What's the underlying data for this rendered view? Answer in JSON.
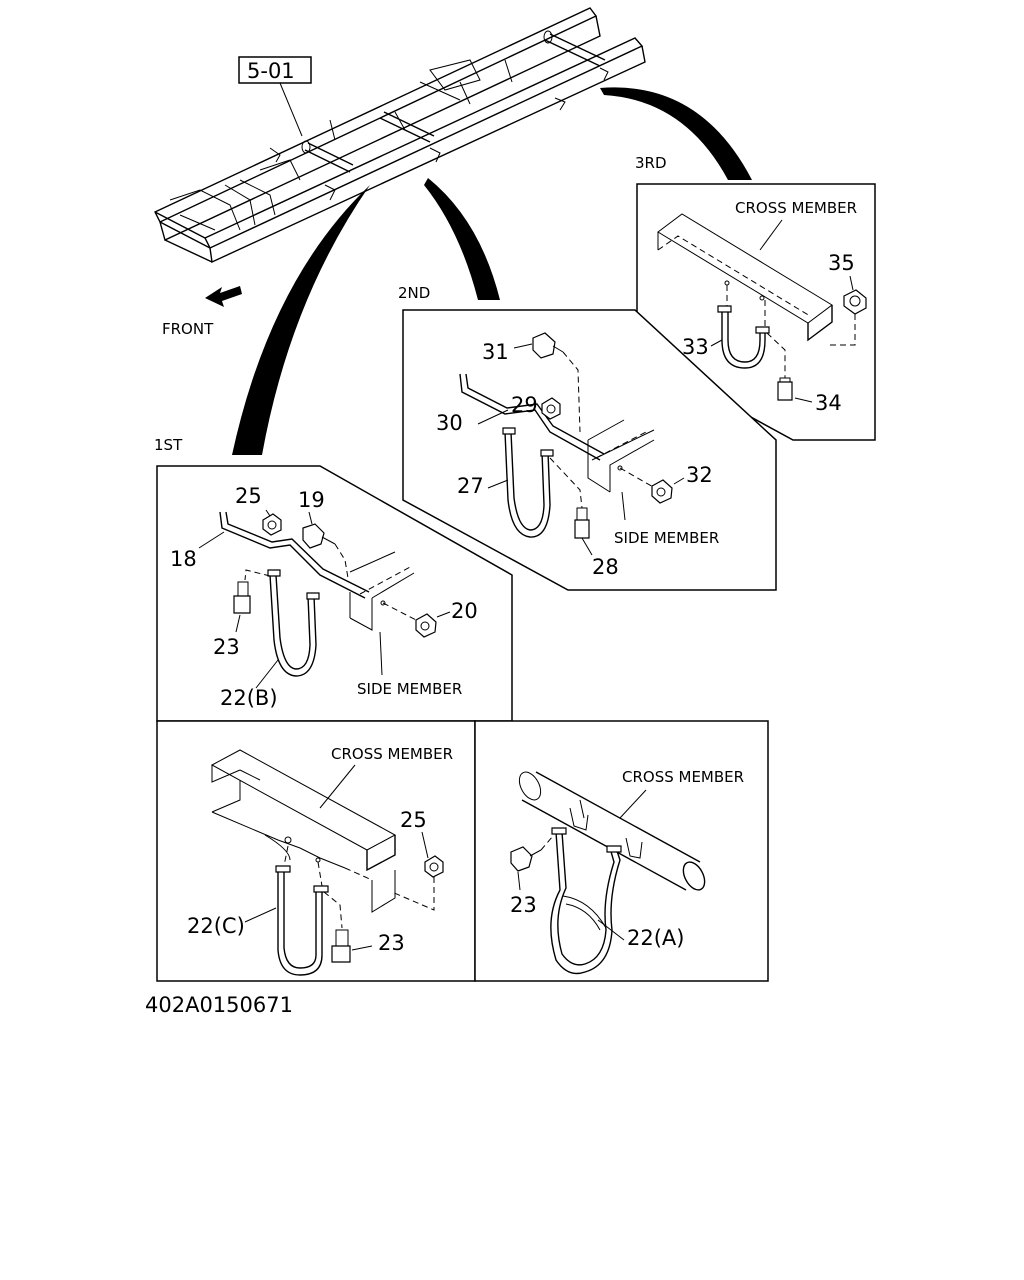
{
  "ref_box": "5-01",
  "front_label": "FRONT",
  "sections": {
    "first": "1ST",
    "second": "2ND",
    "third": "3RD"
  },
  "names": {
    "cross_member_3rd": "CROSS MEMBER",
    "side_member_2nd": "SIDE MEMBER",
    "side_member_1st": "SIDE MEMBER",
    "cross_member_c": "CROSS MEMBER",
    "cross_member_a": "CROSS MEMBER"
  },
  "parts": {
    "p35": "35",
    "p33": "33",
    "p34": "34",
    "p31": "31",
    "p29": "29",
    "p30": "30",
    "p27": "27",
    "p32": "32",
    "p28": "28",
    "p25": "25",
    "p19": "19",
    "p18": "18",
    "p23": "23",
    "p20": "20",
    "p22b": "22(B)",
    "p25c": "25",
    "p22c": "22(C)",
    "p23c": "23",
    "p23a": "23",
    "p22a": "22(A)"
  },
  "figure_number": "402A0150671"
}
